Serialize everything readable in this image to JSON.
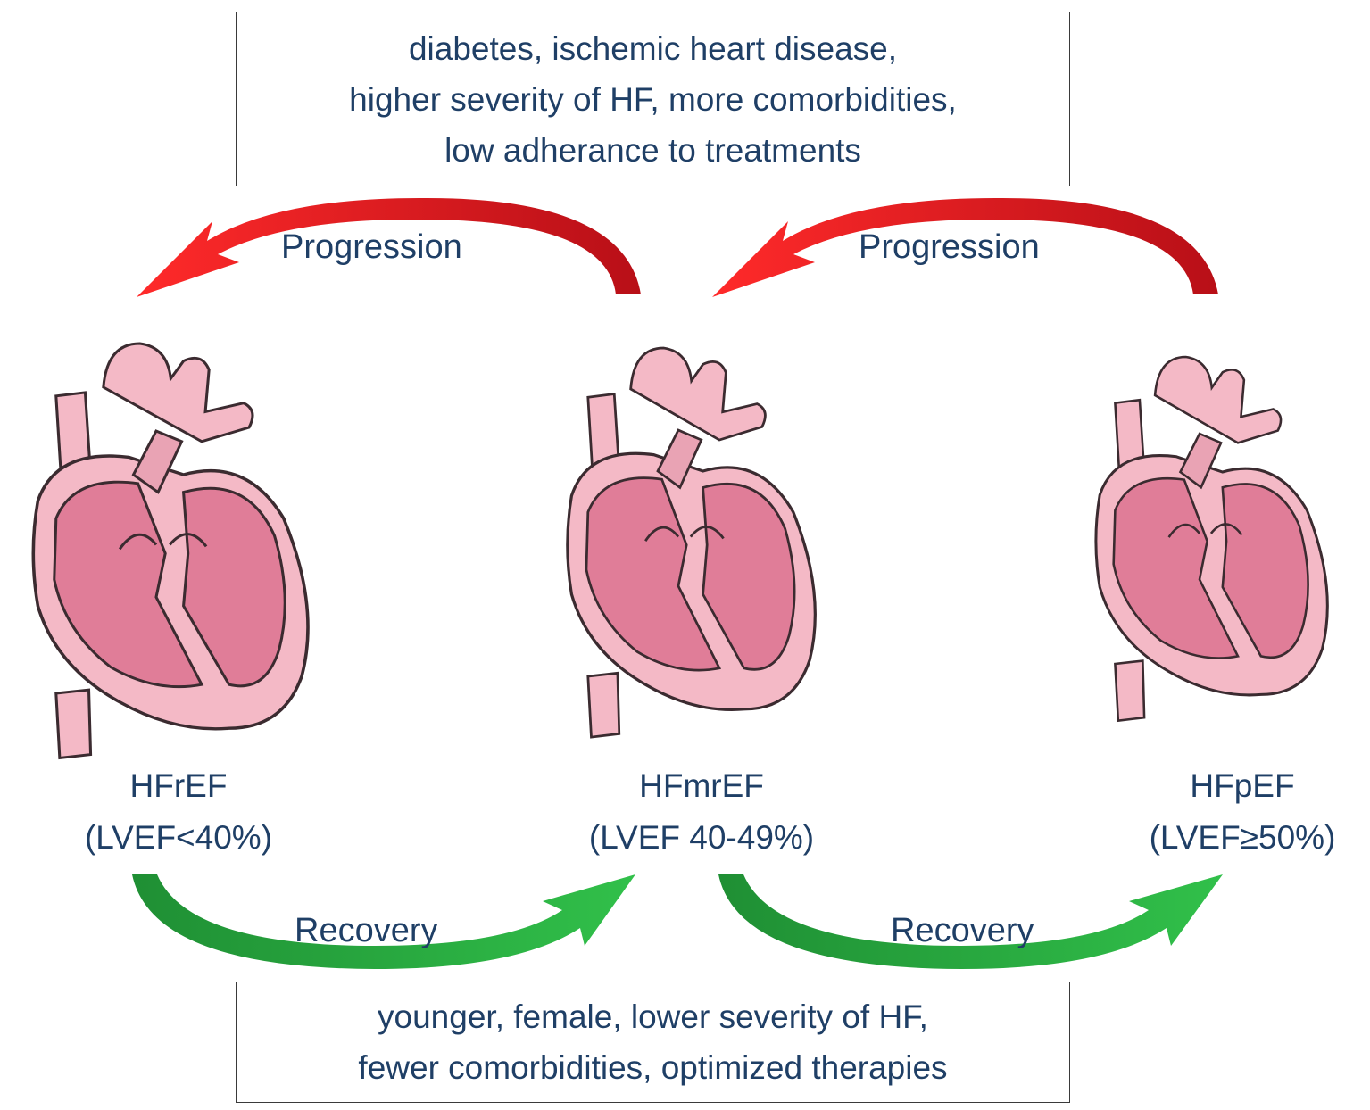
{
  "top_box": {
    "lines": [
      "diabetes, ischemic heart disease,",
      "higher severity of HF, more comorbidities,",
      "low adherance to treatments"
    ]
  },
  "bottom_box": {
    "lines": [
      "younger, female, lower severity of HF,",
      "fewer comorbidities, optimized therapies"
    ]
  },
  "arrows": {
    "progression_left": "Progression",
    "progression_right": "Progression",
    "recovery_left": "Recovery",
    "recovery_right": "Recovery"
  },
  "hearts": [
    {
      "name": "HFrEF",
      "range": "(LVEF<40%)"
    },
    {
      "name": "HFmrEF",
      "range": "(LVEF 40-49%)"
    },
    {
      "name": "HFpEF",
      "range": "(LVEF≥50%)"
    }
  ],
  "colors": {
    "text": "#1f3f66",
    "progression_arrow": "#e21b1b",
    "recovery_arrow": "#22a63a",
    "heart_wall": "#f4b9c6",
    "heart_chamber": "#e07d98",
    "heart_outline": "#3b2b30"
  }
}
